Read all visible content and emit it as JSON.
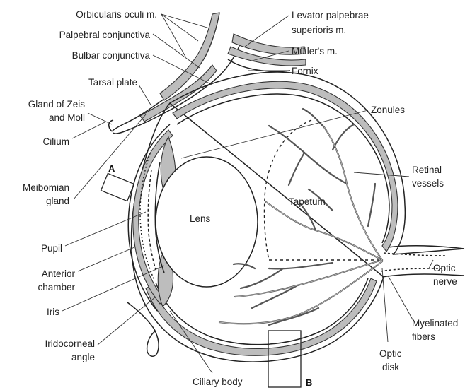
{
  "diagram": {
    "labels": {
      "orbicularis": "Orbicularis oculi m.",
      "palpebral": "Palpebral conjunctiva",
      "bulbar": "Bulbar conjunctiva",
      "tarsal": "Tarsal plate",
      "zeis1": "Gland of Zeis",
      "zeis2": "and Moll",
      "cilium": "Cilium",
      "meibomian1": "Meibomian",
      "meibomian2": "gland",
      "pupil": "Pupil",
      "anterior1": "Anterior",
      "anterior2": "chamber",
      "iris": "Iris",
      "irido1": "Iridocorneal",
      "irido2": "angle",
      "ciliary": "Ciliary body",
      "levator1": "Levator palpebrae",
      "levator2": "superioris m.",
      "muller": "Müller's m.",
      "fornix": "Fornix",
      "zonules": "Zonules",
      "retinal1": "Retinal",
      "retinal2": "vessels",
      "optic_nerve1": "Optic",
      "optic_nerve2": "nerve",
      "myelinated1": "Myelinated",
      "myelinated2": "fibers",
      "optic_disk1": "Optic",
      "optic_disk2": "disk",
      "lens": "Lens",
      "tapetum": "Tapetum",
      "box_a": "A",
      "box_b": "B"
    }
  }
}
